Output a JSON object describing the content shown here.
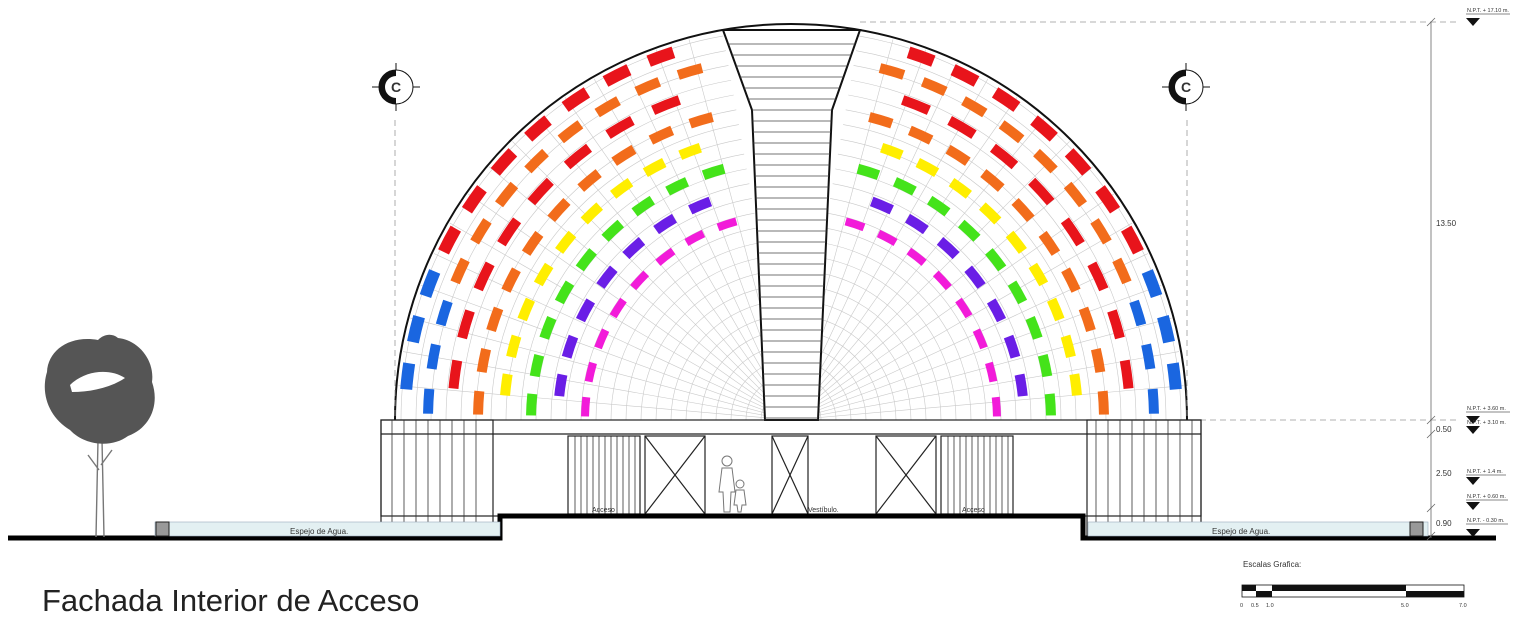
{
  "title": "Fachada Interior de Acceso",
  "section_marker": "C",
  "labels": {
    "pool_left": "Espejo de Agua.",
    "pool_right": "Espejo de Agua.",
    "access_left": "Acceso",
    "vestibule": "Vestíbulo.",
    "access_right": "Acceso"
  },
  "levels": [
    {
      "label": "N.P.T. + 17.10 m."
    },
    {
      "label": "N.P.T. + 3.60 m."
    },
    {
      "label": "N.P.T. + 3.10 m."
    },
    {
      "label": "N.P.T. + 1.4 m."
    },
    {
      "label": "N.P.T. + 0.60 m."
    },
    {
      "label": "N.P.T. - 0.30 m."
    }
  ],
  "dimensions": [
    "13.50",
    "0.50",
    "2.50",
    "0.90"
  ],
  "scale": {
    "label": "Escalas Grafica:",
    "ticks": [
      "0",
      "0.5",
      "1.0",
      "5.0",
      "7.0"
    ]
  },
  "colors": {
    "red": "#e8141b",
    "orange": "#f26c1b",
    "yellow": "#ffee00",
    "green": "#44e31a",
    "purple": "#6a1ee6",
    "magenta": "#f21bd9",
    "blue": "#1a66e0",
    "tree": "#555555",
    "water": "#e3f0f2"
  }
}
